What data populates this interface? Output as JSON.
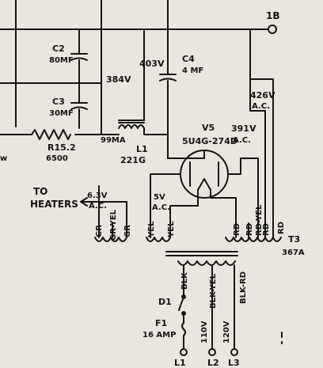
{
  "labels": {
    "terminal_1b": "1B",
    "c2_name": "C2",
    "c2_value": "80MF",
    "c3_name": "C3",
    "c3_value": "30MF",
    "voltage_384": "384V",
    "voltage_403": "403V",
    "c4_name": "C4",
    "c4_value": "4 MF",
    "voltage_426": "426V",
    "voltage_426_ac": "A.C.",
    "voltage_391": "391V",
    "voltage_391_ac": "A.C.",
    "r15_name": "R15.2",
    "r15_value": "6500",
    "current_99ma": "99MA",
    "l1_name": "L1",
    "l1_part": "221G",
    "v5_name": "V5",
    "v5_tube": "5U4G-274D",
    "to_label": "TO",
    "heaters_label": "HEATERS",
    "heater_voltage": "6.3V",
    "heater_ac": "A.C.",
    "fil_voltage": "5V",
    "fil_ac": "A.C.",
    "t3_name": "T3",
    "t3_part": "367A",
    "d1_name": "D1",
    "f1_name": "F1",
    "f1_value": "16 AMP",
    "l1_terminal": "L1",
    "l2_terminal": "L2",
    "l3_terminal": "L3",
    "tap_110v": "110V",
    "tap_120v": "120V",
    "gr1": "GR",
    "gr_yel": "GR-YEL",
    "gr2": "GR",
    "yel1": "YEL",
    "yel2": "YEL",
    "rd1": "RD",
    "rd2": "RD",
    "rd_yel": "RD-YEL",
    "rd3": "RD",
    "rd4": "RD",
    "blk_yel": "BLK-YEL",
    "blk": "BLK",
    "blk_rd": "BLK-RD",
    "ohm_mark": "w"
  },
  "colors": {
    "ink": "#141414",
    "paper": "#e9e6df"
  }
}
